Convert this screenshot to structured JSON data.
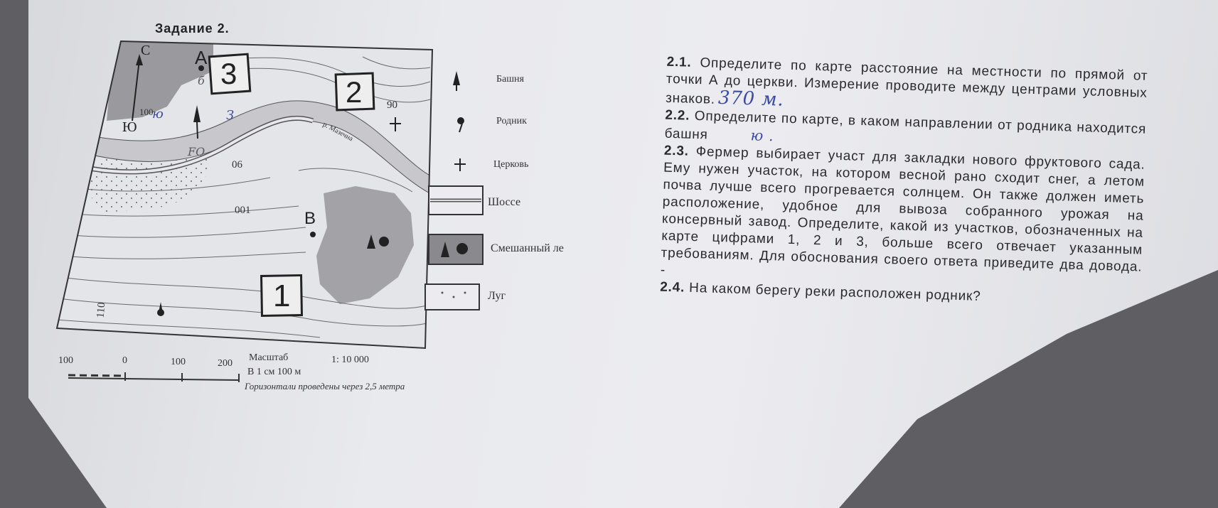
{
  "task_title": "Задание 2.",
  "map": {
    "north_label": "С",
    "south_label": "Ю",
    "point_a": "А",
    "point_b": "В",
    "plot_1": "1",
    "plot_2": "2",
    "plot_3": "3",
    "contour_100_top": "100",
    "contour_90_right": "90",
    "contour_90_left": "06",
    "contour_100_mid": "001",
    "contour_110": "110",
    "river_name": "р. Мазечна",
    "handwriting_a": "ю",
    "handwriting_b": "FO",
    "handwriting_c": "З",
    "handwriting_d": "б"
  },
  "legend": {
    "tower": "Башня",
    "spring": "Родник",
    "church": "Церковь",
    "highway": "Шоссе",
    "forest": "Смешанный ле",
    "meadow": "Луг"
  },
  "scale": {
    "ticks": [
      "100",
      "0",
      "100",
      "200"
    ],
    "title": "Масштаб",
    "ratio": "1: 10 000",
    "per_cm": "В 1 см 100 м",
    "contours_note": "Горизонтали проведены через 2,5 метра"
  },
  "questions": {
    "q1_num": "2.1.",
    "q1_text": "Определите по карте расстояние на местности по прямой от точки А до церкви. Измерение проводите между центрами условных знаков.",
    "q1_answer": "370 м.",
    "q2_num": "2.2.",
    "q2_text": "Определите по карте, в каком направлении от родника находится башня",
    "q2_answer": "ю .",
    "q3_num": "2.3.",
    "q3_text": "Фермер выбирает участ   для закладки нового фруктового сада. Ему нужен участок, на котором весной рано сходит снег, а летом почва лучше всего прогревается солнцем. Он также должен иметь расположение, удобное для вывоза собранного урожая на консервный завод. Определите, какой из участков, обозначенных на карте цифрами 1, 2 и 3, больше всего отвечает указанным требованиям. Для обоснования своего ответа приведите два довода. -",
    "q4_num": "2.4.",
    "q4_text": "На каком берегу реки расположен родник?"
  }
}
